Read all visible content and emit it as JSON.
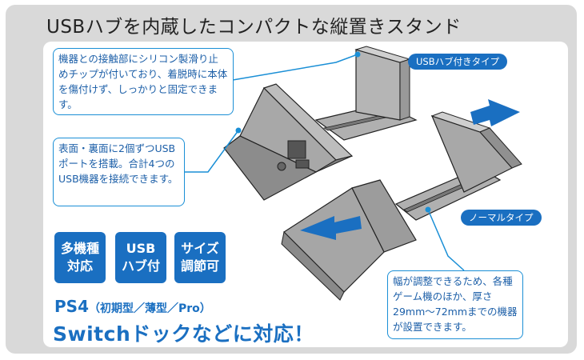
{
  "title": "USBハブを内蔵したコンパクトな縦置きスタンド",
  "notes": {
    "silicone": "機器との接触部にシリコン製滑り止めチップが付いており、着脱時に本体を傷付けず、しっかりと固定できます。",
    "usb": "表面・裏面に2個ずつUSBポートを搭載。合計4つのUSB機器を接続できます。",
    "adjust": "幅が調整できるため、各種ゲーム機のほか、厚さ29mm〜72mmまでの機器が設置できます。"
  },
  "tags": {
    "usb_type": "USBハブ付きタイプ",
    "normal_type": "ノーマルタイプ"
  },
  "features": [
    {
      "label": "多機種\n対応"
    },
    {
      "label": "USB\nハブ付"
    },
    {
      "label": "サイズ\n調節可"
    }
  ],
  "ps4_line": {
    "main": "PS4",
    "detail": "（初期型／薄型／Pro）"
  },
  "switch_line": "Switchドックなどに対応！",
  "colors": {
    "accent": "#1a6fc1",
    "line": "#1a8fd6",
    "stand": "#9a9a9a",
    "frame": "#d9d9d9"
  }
}
